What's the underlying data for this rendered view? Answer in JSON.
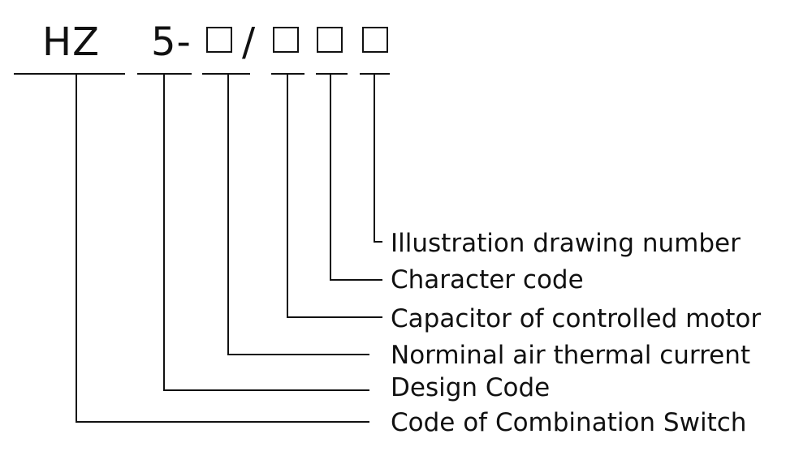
{
  "code": {
    "prefix": "HZ",
    "design": "5-",
    "slash": "/"
  },
  "boxes": [
    "current-placeholder",
    "capacitor-placeholder",
    "character-placeholder",
    "illustration-placeholder"
  ],
  "labels": {
    "illustration": "Illustration drawing number",
    "character": "Character code",
    "capacitor": "Capacitor of controlled motor",
    "current": "Norminal air thermal current",
    "design": "Design Code",
    "switch": "Code of Combination Switch"
  },
  "colors": {
    "line": "#111111",
    "text": "#111111",
    "background": "#ffffff"
  }
}
